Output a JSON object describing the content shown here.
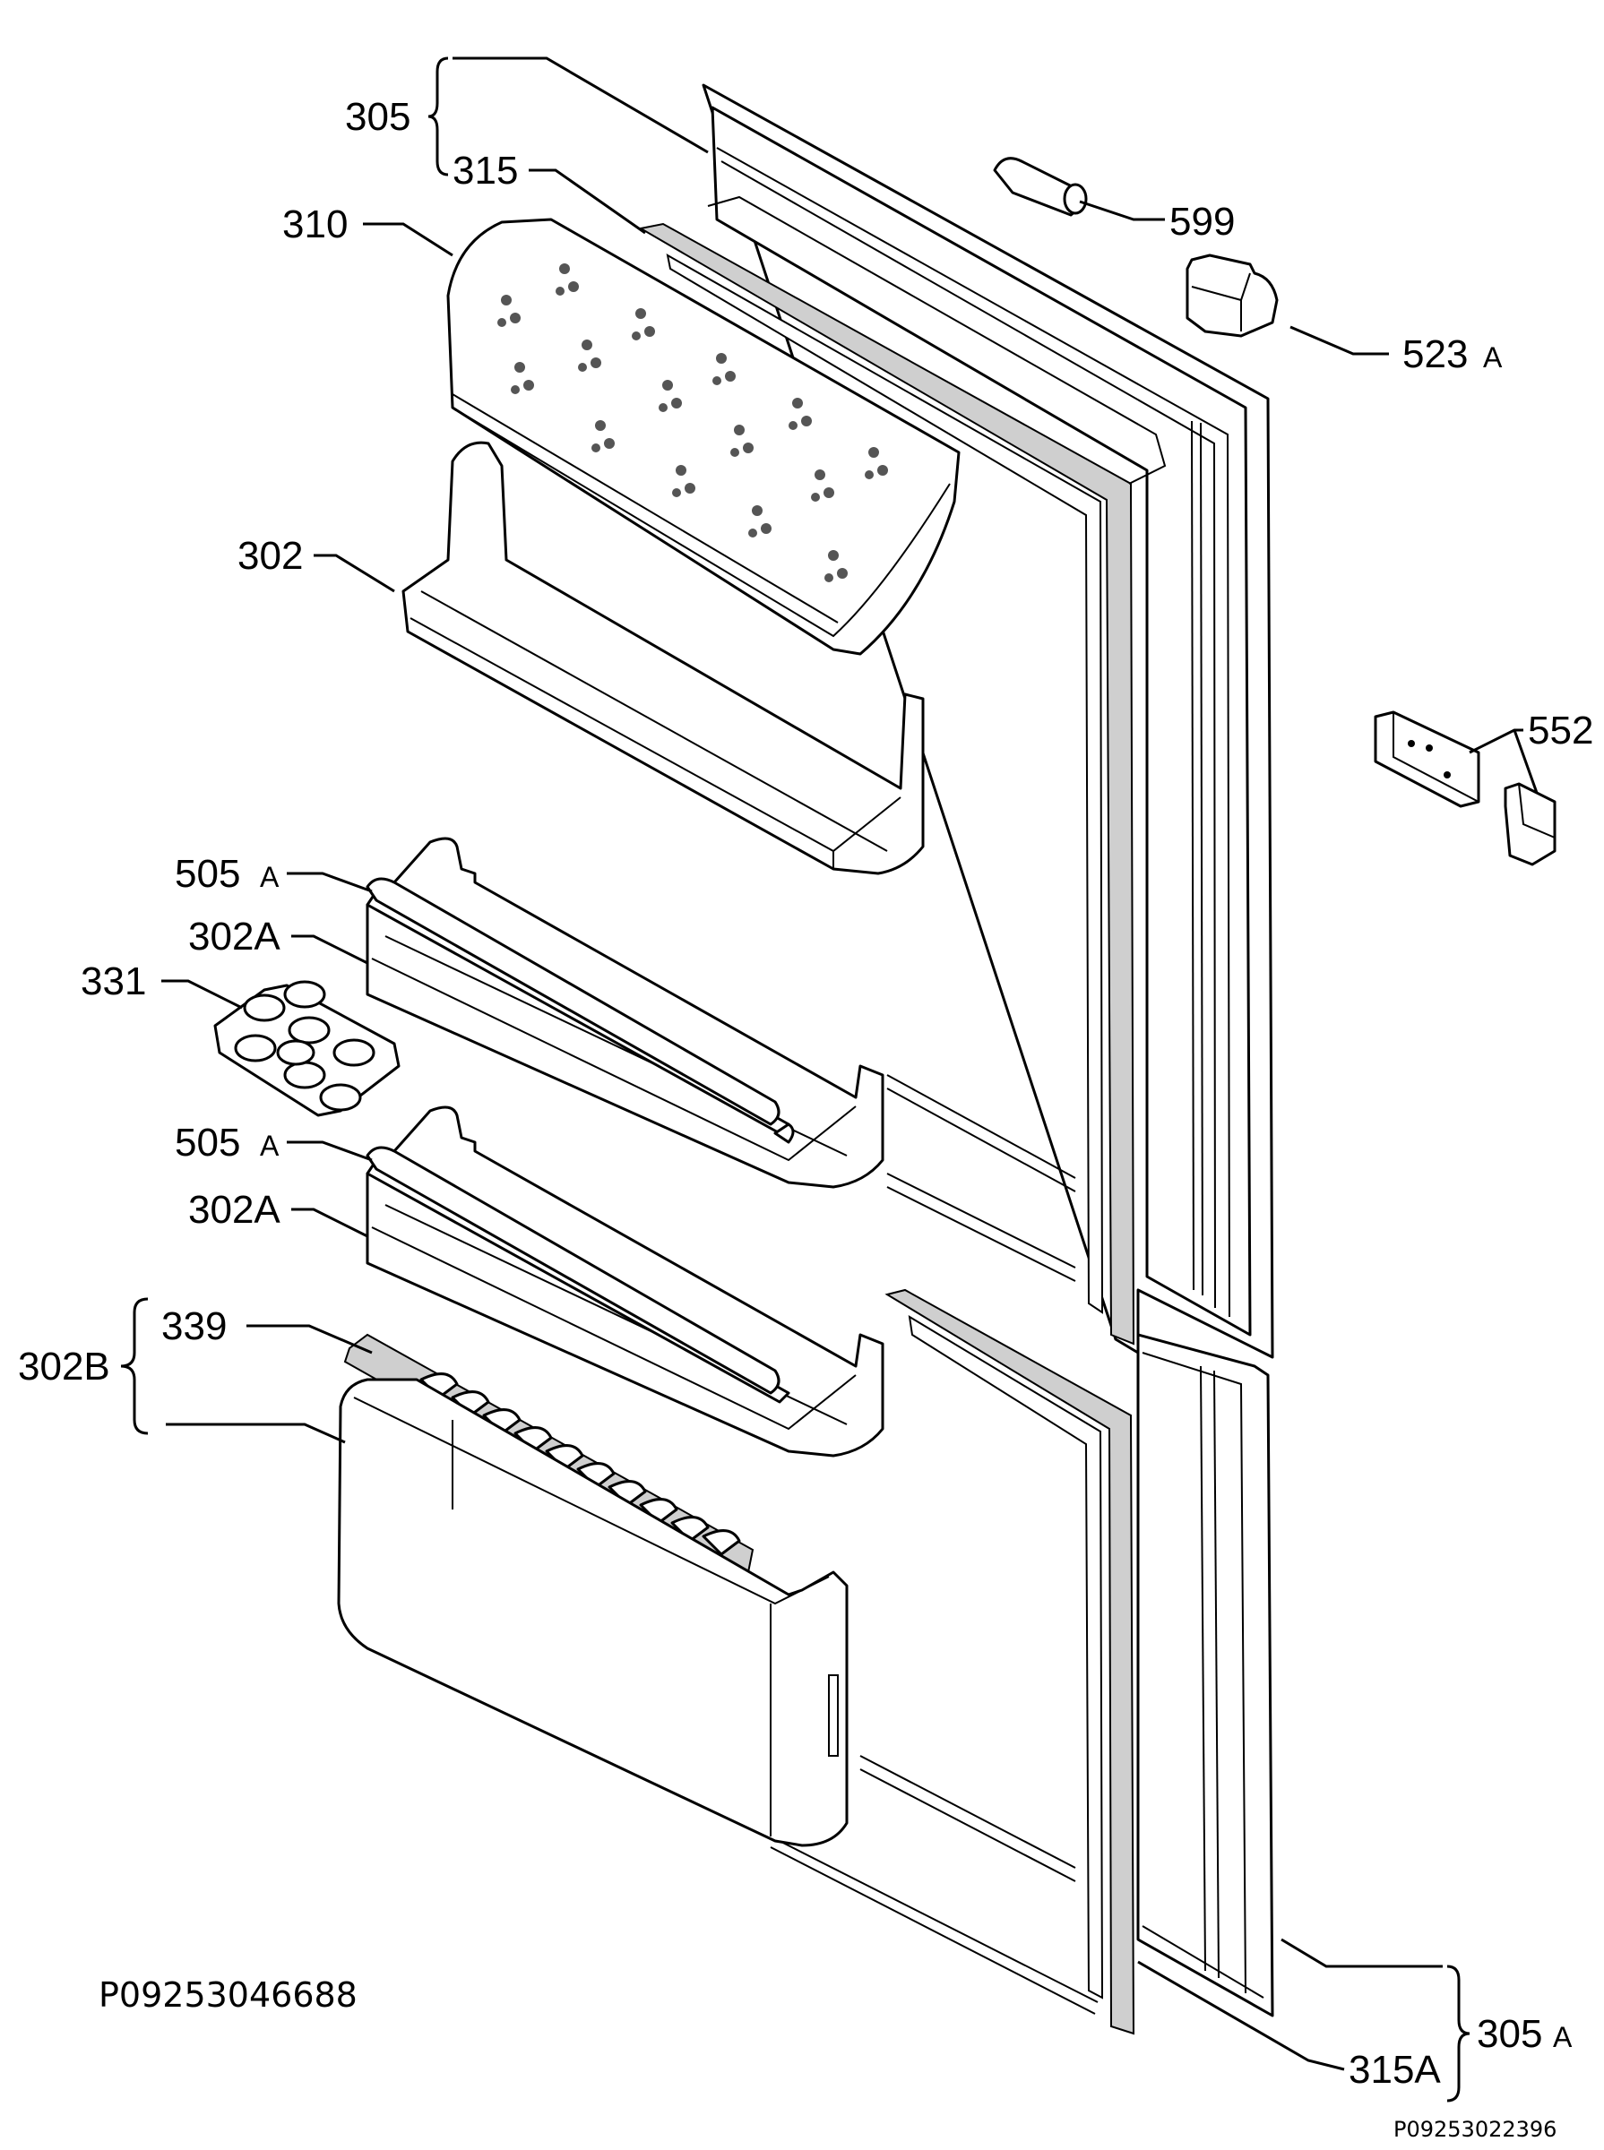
{
  "labels": {
    "l305": "305",
    "l315": "315",
    "l310": "310",
    "l599": "599",
    "l523": "523",
    "l523_suffix": "A",
    "l302": "302",
    "l552": "552",
    "l505a_1": "505",
    "l505a_1_suffix": "A",
    "l302a_1": "302A",
    "l331": "331",
    "l505a_2": "505",
    "l505a_2_suffix": "A",
    "l302a_2": "302A",
    "l339": "339",
    "l302b": "302B",
    "l305a": "305",
    "l305a_suffix": "A",
    "l315a": "315A"
  },
  "codes": {
    "left_code": "P09253046688",
    "right_code": "P09253022396"
  }
}
